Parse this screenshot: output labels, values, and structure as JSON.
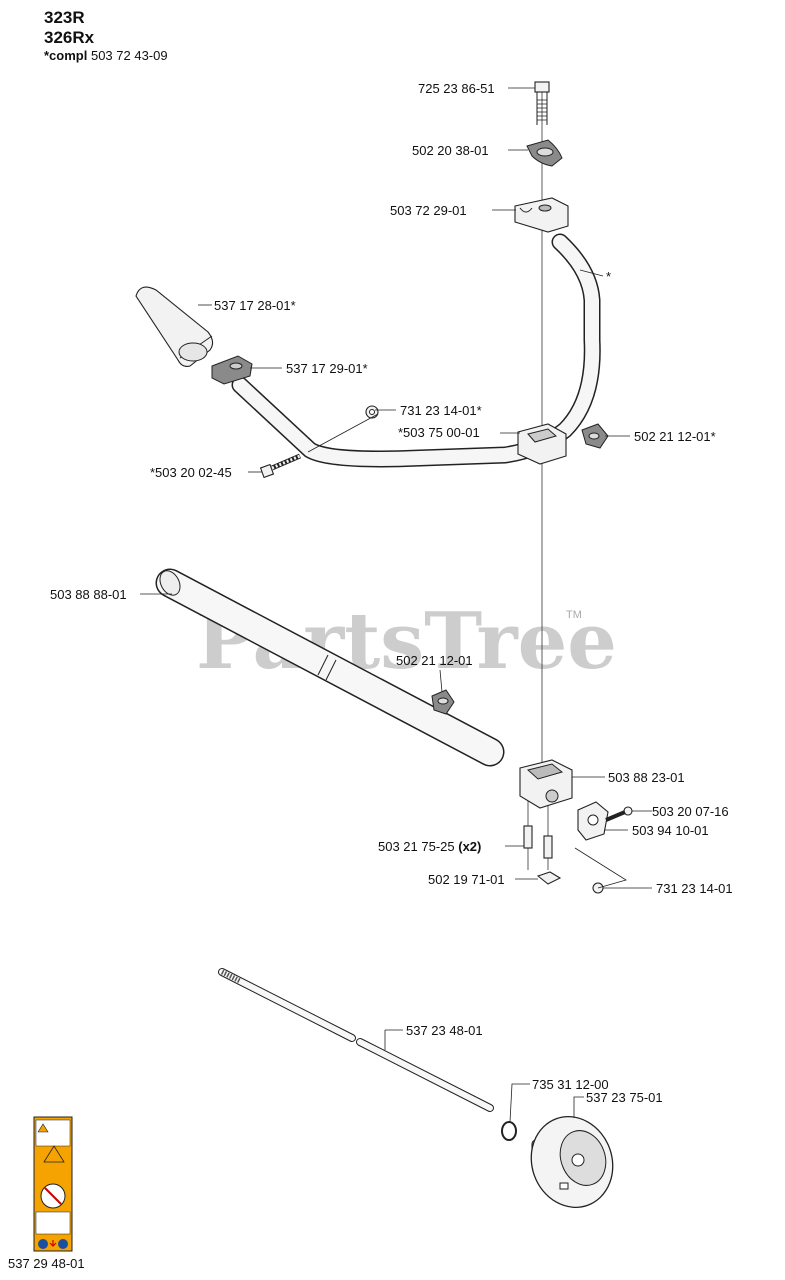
{
  "header": {
    "model_1": "323R",
    "model_2": "326Rx",
    "compl_prefix": "*compl",
    "compl_number": "503 72 43-09"
  },
  "watermark": {
    "text": "PartsTree",
    "tm": "TM"
  },
  "parts": {
    "p725238651": "725 23 86-51",
    "p502203801": "502 20 38-01",
    "p503722901": "503 72 29-01",
    "p_star": "*",
    "p537172801": "537 17 28-01*",
    "p537172901": "537 17 29-01*",
    "p731231401a": "731 23 14-01*",
    "p503750001": "*503 75 00-01",
    "p502211201a": "502 21 12-01*",
    "p503200245": "*503 20 02-45",
    "p503888801": "503 88 88-01",
    "p502211201b": "502 21 12-01",
    "p503882301": "503 88 23-01",
    "p503200716": "503 20 07-16",
    "p503941001": "503 94 10-01",
    "p503217525": "503 21 75-25",
    "p503217525_qty": "(x2)",
    "p502197101": "502 19 71-01",
    "p731231401b": "731 23 14-01",
    "p537234801": "537 23 48-01",
    "p735311200": "735 31 12-00",
    "p537237501": "537 23 75-01",
    "p537294801": "537 29 48-01"
  }
}
